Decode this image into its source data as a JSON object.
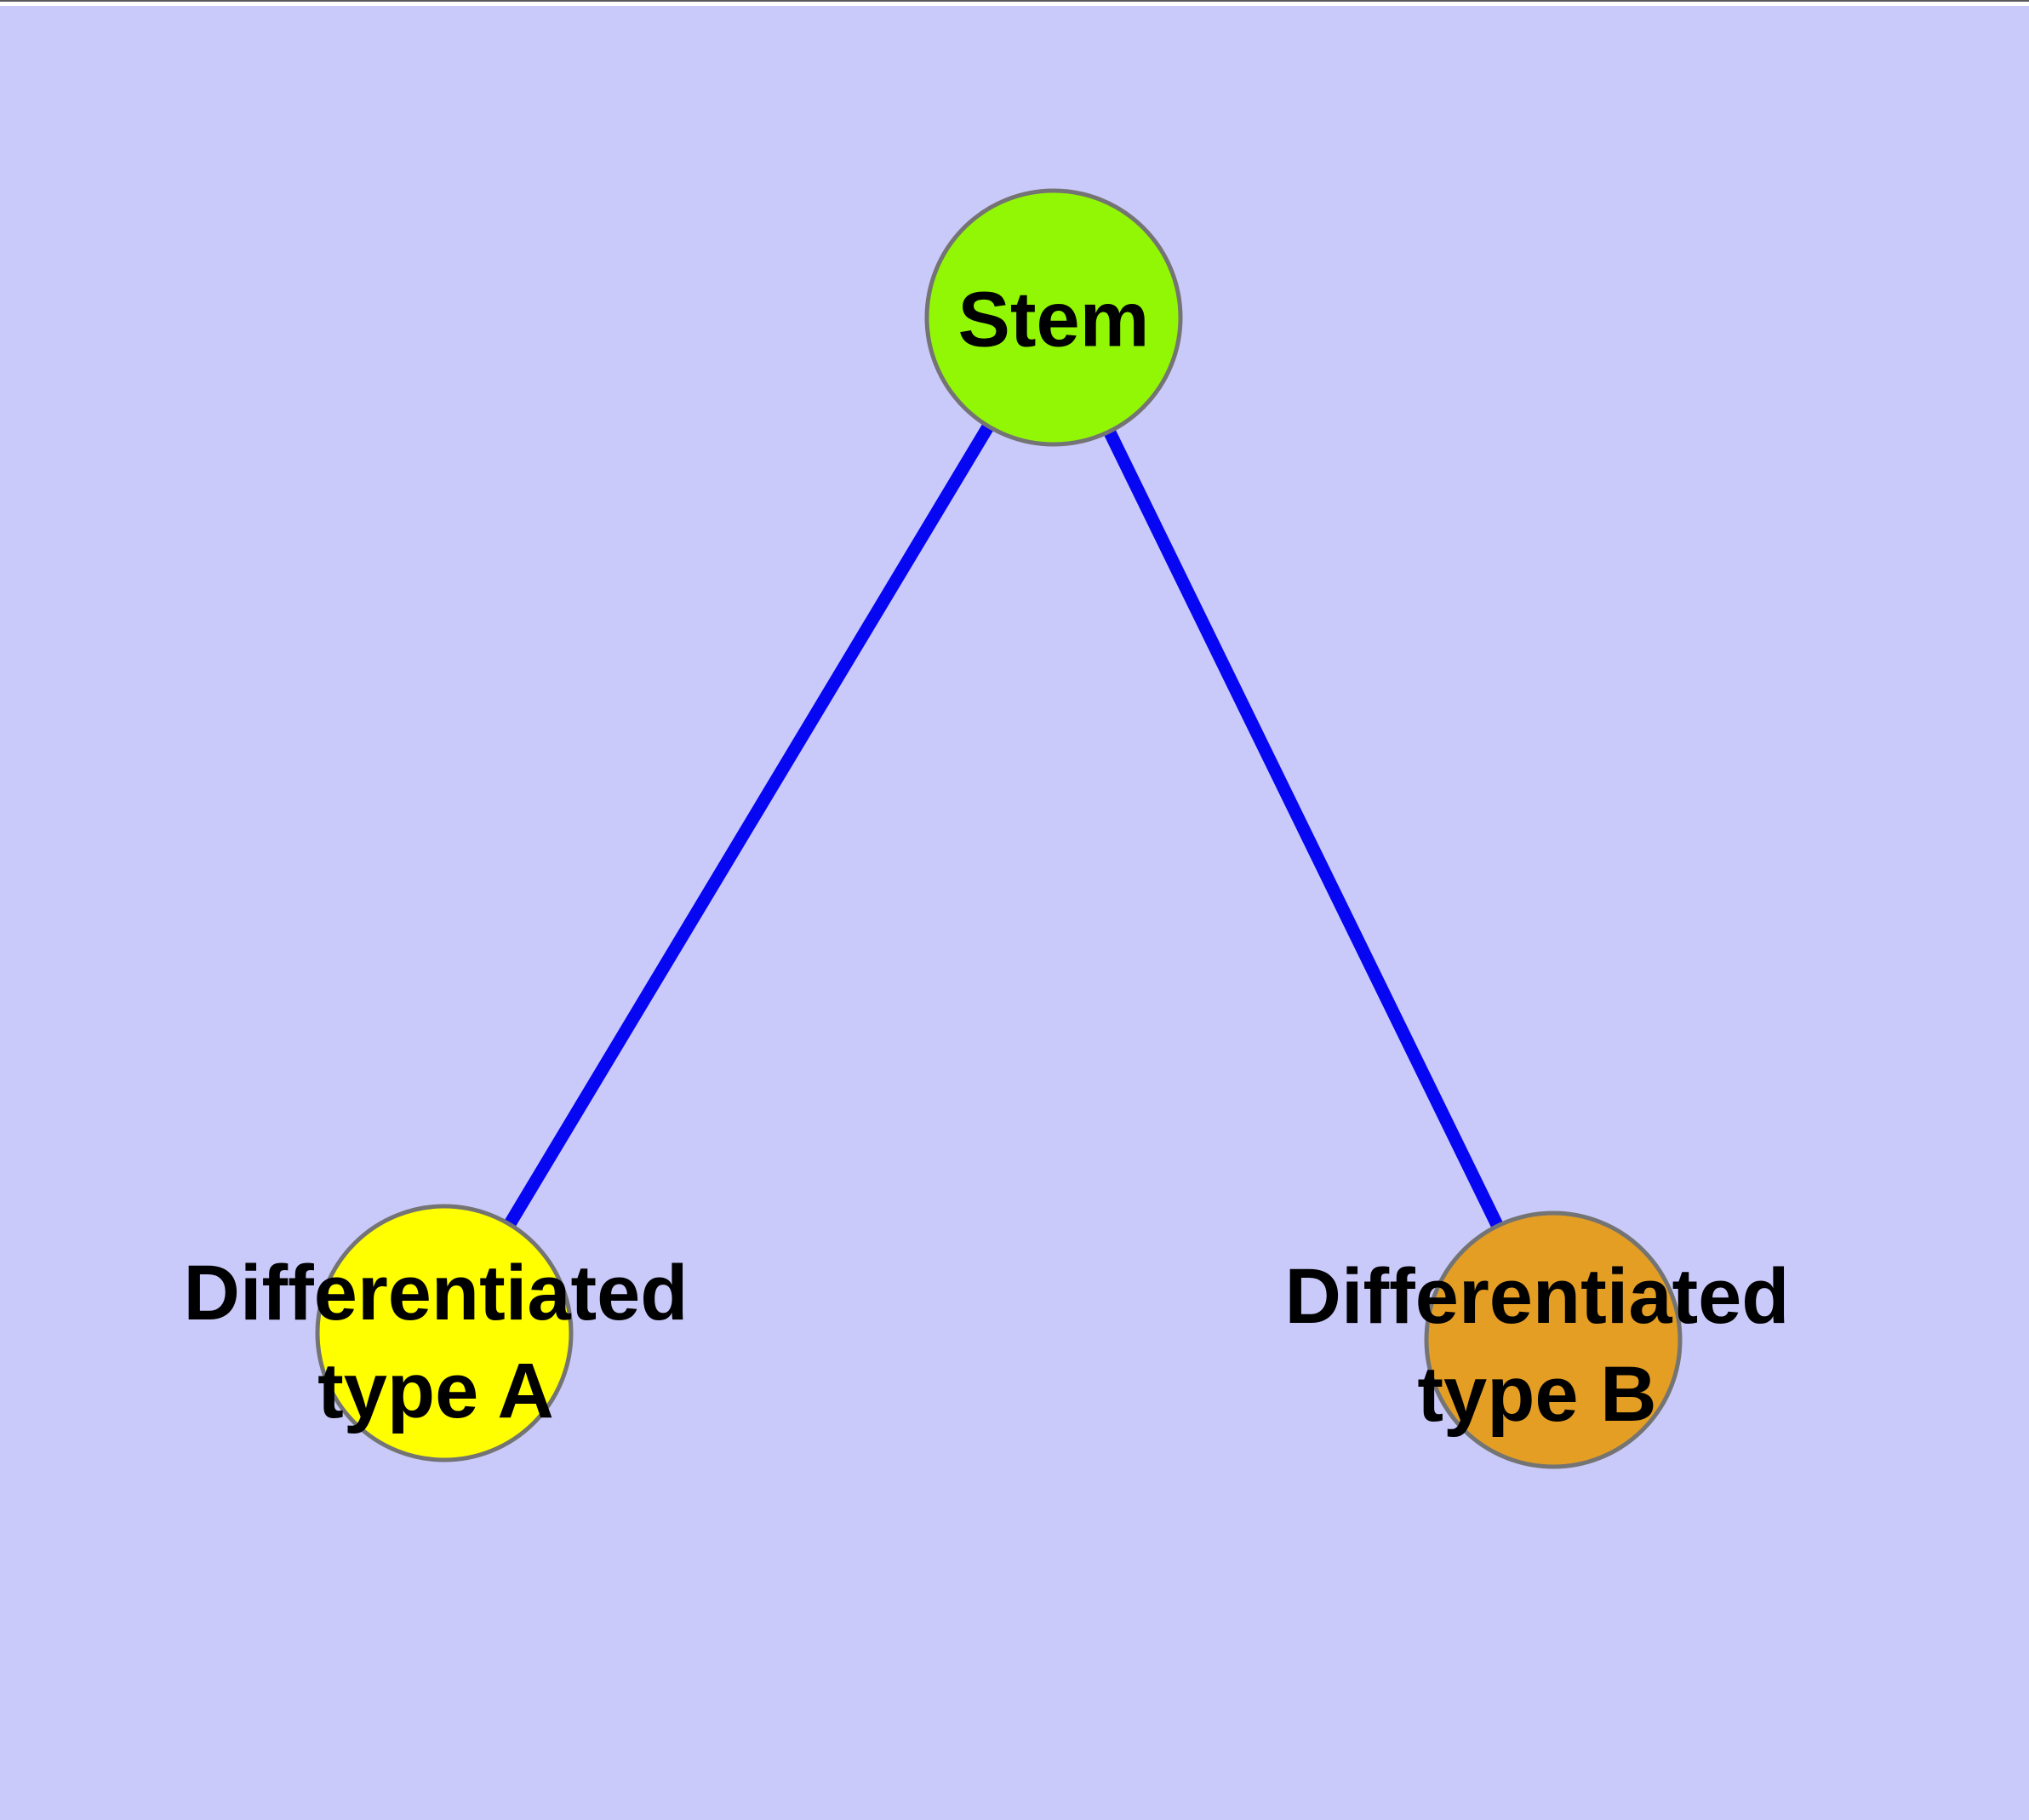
{
  "canvas": {
    "background_color": "#CACAFA",
    "top_strip_color": "#FFFFFF"
  },
  "graph": {
    "edge_color": "#0606F2",
    "node_border_color": "#747474",
    "nodes": [
      {
        "id": "stem",
        "label": "Stem",
        "color": "#92F705"
      },
      {
        "id": "diff-a",
        "label": "Differentiated\ntype A",
        "color": "#FFFF00"
      },
      {
        "id": "diff-b",
        "label": "Differentiated\ntype B",
        "color": "#E49E24"
      }
    ],
    "edges": [
      {
        "from": "stem",
        "to": "diff-a"
      },
      {
        "from": "stem",
        "to": "diff-b"
      }
    ]
  }
}
